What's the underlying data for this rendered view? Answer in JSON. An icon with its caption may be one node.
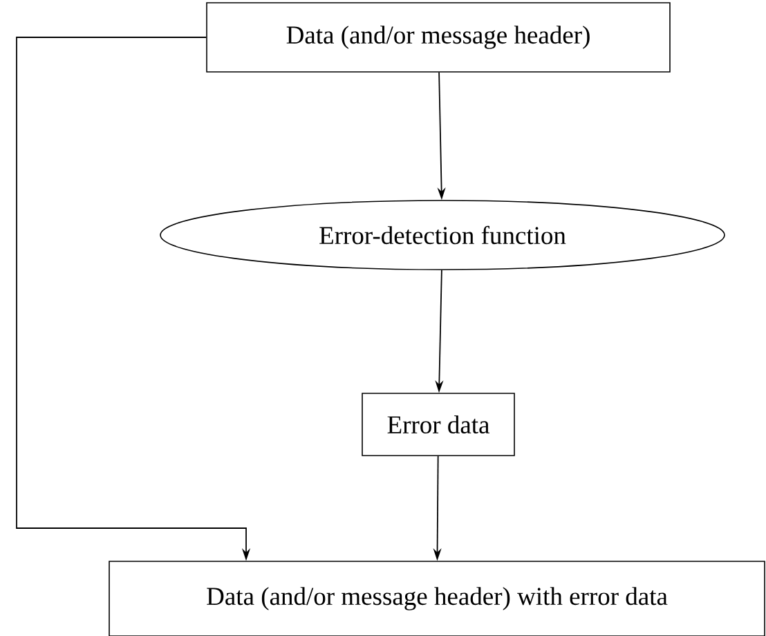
{
  "diagram": {
    "nodes": [
      {
        "text": [
          "Data (and/or message header)"
        ]
      },
      {
        "text": [
          "Error-detection function"
        ]
      },
      {
        "text": [
          "Error data"
        ]
      },
      {
        "text": [
          "Data (and/or message header) with error data"
        ]
      }
    ],
    "edges": [
      {
        "from": 0,
        "to": 1,
        "arrow": "to"
      },
      {
        "from": 1,
        "to": 2,
        "arrow": "to"
      },
      {
        "from": 2,
        "to": 3,
        "arrow": "to"
      },
      {
        "from": 0,
        "to": 3,
        "arrow": "to"
      }
    ]
  }
}
